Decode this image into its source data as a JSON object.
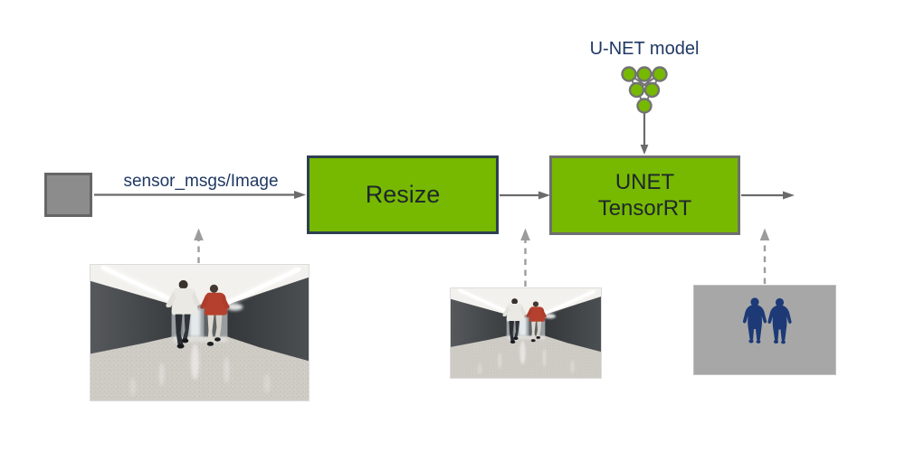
{
  "pipeline": {
    "input_edge_label": "sensor_msgs/Image",
    "nodes": {
      "resize": {
        "label": "Resize"
      },
      "unet": {
        "line1": "UNET",
        "line2": "TensorRT"
      }
    },
    "model_label": "U-NET model"
  },
  "icons": {
    "model_icon": "neural-network-icon",
    "source_icon": "gray-square-node",
    "arrow_icon": "right-arrow",
    "dashed_arrow_icon": "dashed-up-arrow"
  },
  "figures": {
    "camera_image": "camera-frame-corridor-two-pedestrians",
    "resized_image": "resized-camera-frame",
    "segmentation_image": "segmentation-mask-two-person-silhouettes"
  },
  "colors": {
    "node_green": "#76b900",
    "resize_border": "#2e3f50",
    "unet_border": "#6e6e6e",
    "box_text": "#1f262b",
    "label_navy": "#1f3864",
    "arrow_gray": "#6b6b6b",
    "dashed_gray": "#9c9c9c",
    "seg_background": "#a7a7a7",
    "seg_person_blue": "#1d3a77",
    "source_fill": "#8c8c8c",
    "source_border": "#666666"
  }
}
